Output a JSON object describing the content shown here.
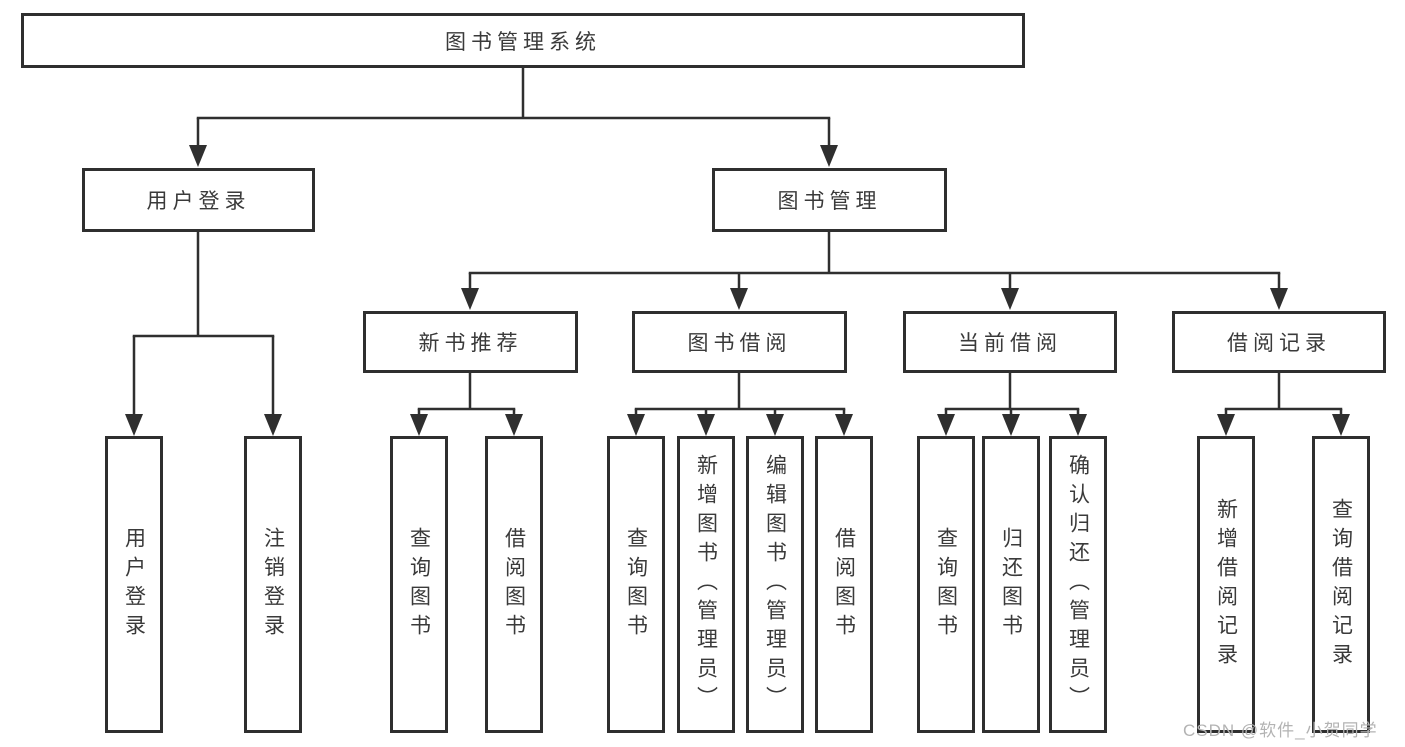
{
  "diagram": {
    "type": "hierarchy-tree",
    "root": {
      "label": "图书管理系统",
      "children": [
        {
          "label": "用户登录",
          "children": [
            {
              "label": "用户登录"
            },
            {
              "label": "注销登录"
            }
          ]
        },
        {
          "label": "图书管理",
          "children": [
            {
              "label": "新书推荐",
              "children": [
                {
                  "label": "查询图书"
                },
                {
                  "label": "借阅图书"
                }
              ]
            },
            {
              "label": "图书借阅",
              "children": [
                {
                  "label": "查询图书"
                },
                {
                  "label": "新增图书（管理员）"
                },
                {
                  "label": "编辑图书（管理员）"
                },
                {
                  "label": "借阅图书"
                }
              ]
            },
            {
              "label": "当前借阅",
              "children": [
                {
                  "label": "查询图书"
                },
                {
                  "label": "归还图书"
                },
                {
                  "label": "确认归还（管理员）"
                }
              ]
            },
            {
              "label": "借阅记录",
              "children": [
                {
                  "label": "新增借阅记录"
                },
                {
                  "label": "查询借阅记录"
                }
              ]
            }
          ]
        }
      ]
    }
  },
  "watermark": {
    "text": "CSDN @软件_小贺同学"
  },
  "colors": {
    "line": "#2f2f2f",
    "box_border": "#2f2f2f",
    "box_fill": "#ffffff",
    "text": "#3a3a3a",
    "watermark": "#b3b3b3",
    "background": "#ffffff"
  }
}
